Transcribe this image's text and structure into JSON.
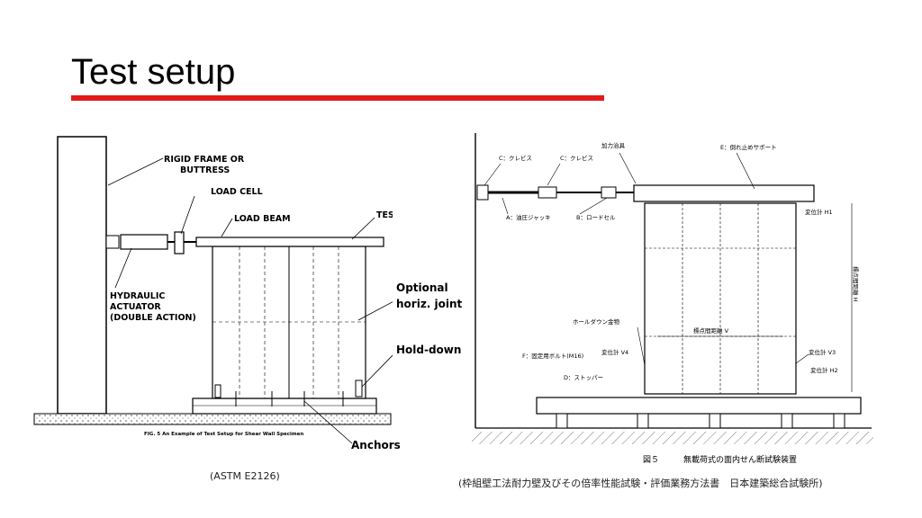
{
  "slide": {
    "title": "Test setup",
    "left_caption": "(ASTM E2126)",
    "right_caption": "(枠組壁工法耐力壁及びその倍率性能試験・評価業務方法書　日本建築総合試験所)"
  },
  "left_figure": {
    "labels": {
      "rigid_frame": "RIGID FRAME OR",
      "rigid_frame_2": "BUTTRESS",
      "load_cell": "LOAD CELL",
      "load_beam": "LOAD BEAM",
      "test_wall": "TEST WALL",
      "actuator_1": "HYDRAULIC",
      "actuator_2": "ACTUATOR",
      "actuator_3": "(DOUBLE ACTION)",
      "fig_caption": "FIG. 5 An Example of Test Setup for Shear Wall Specimen"
    },
    "annotations": {
      "optional_joint_1": "Optional",
      "optional_joint_2": "horiz. joint",
      "hold_down": "Hold-down",
      "anchors": "Anchors"
    }
  },
  "right_figure": {
    "labels": {
      "clevis_c1": "C：クレビス",
      "clevis_c2": "C：クレビス",
      "loading_jig": "加力治具",
      "support_e": "E：倒れ止めサポート",
      "jack_a": "A：油圧ジャッキ",
      "loadcell_b": "B：ロードセル",
      "gauge_h1": "変位計 H1",
      "holddown": "ホールダウン金物",
      "gauge_v4": "変位計 V4",
      "bolt_f": "F：固定用ボルト(M16)",
      "stopper_d": "D：ストッパー",
      "span_v": "標点間距離 V",
      "height_h": "標点間距離 H",
      "gauge_v3": "変位計 V3",
      "gauge_h2": "変位計 H2",
      "fig_caption": "図５　　　無載荷式の面内せん断試験装置"
    }
  }
}
